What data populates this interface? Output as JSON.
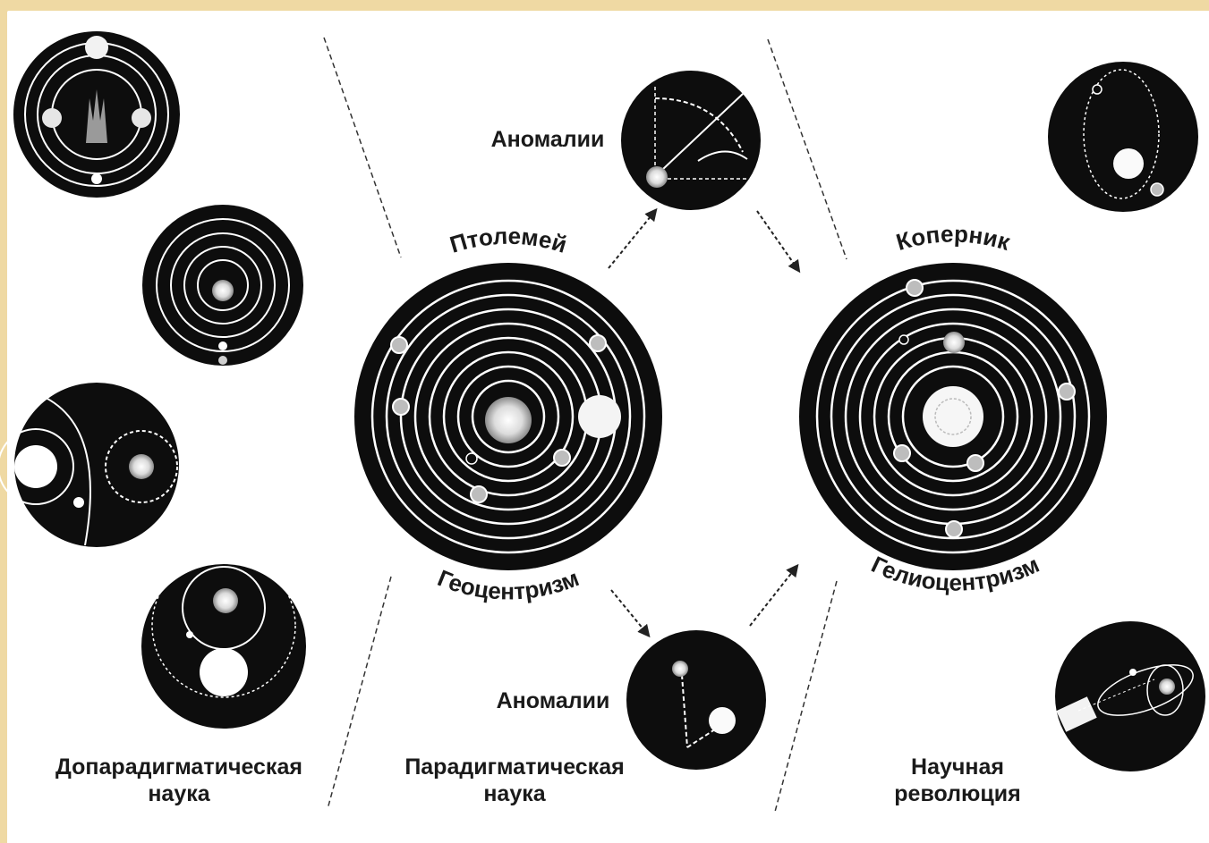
{
  "labels": {
    "ptolemy": "Птолемей",
    "copernicus": "Коперник",
    "geocentrism": "Геоцентризм",
    "heliocentrism": "Гелиоцентризм",
    "anomalies_top": "Аномалии",
    "anomalies_bottom": "Аномалии"
  },
  "stages": {
    "pre_paradigm": {
      "line1": "Допарадигматическая",
      "line2": "наука"
    },
    "paradigm": {
      "line1": "Парадигматическая",
      "line2": "наука"
    },
    "revolution": {
      "line1": "Научная",
      "line2": "революция"
    }
  },
  "colors": {
    "background_frame": "#efd9a3",
    "panel": "#ffffff",
    "ink": "#111111"
  }
}
